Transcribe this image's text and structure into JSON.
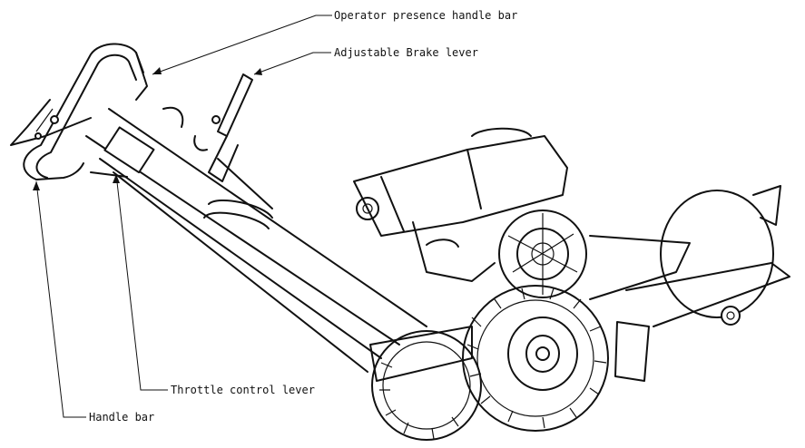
{
  "callouts": {
    "operator_presence_handle_bar": "Operator presence handle bar",
    "adjustable_brake_lever": "Adjustable Brake lever",
    "throttle_control_lever": "Throttle control lever",
    "handle_bar": "Handle bar"
  },
  "colors": {
    "ink": "#111111",
    "background": "#ffffff"
  }
}
